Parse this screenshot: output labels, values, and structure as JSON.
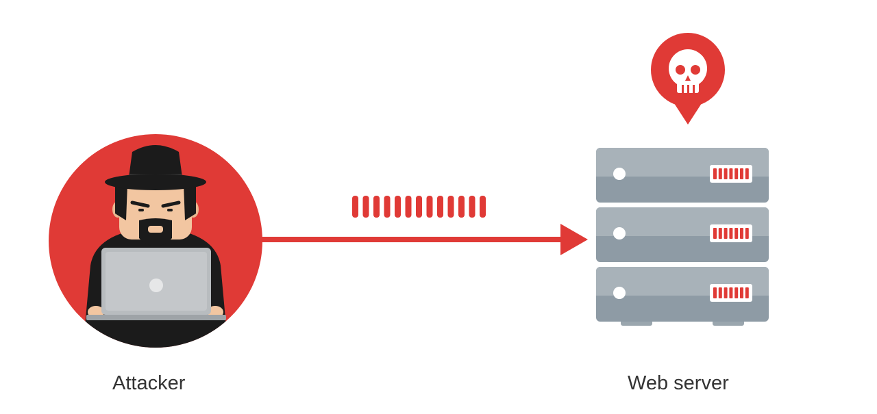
{
  "attacker": {
    "label": "Attacker",
    "icon": "hacker-with-laptop-icon",
    "circle_color": "#e03a36"
  },
  "server": {
    "label": "Web server",
    "icon": "server-rack-icon",
    "unit_count": 3,
    "body_color": "#8e9ba5"
  },
  "request": {
    "icon": "request-packets",
    "packet_count": 13,
    "color": "#e03a36"
  },
  "alert": {
    "icon": "skull-pin-icon",
    "color": "#e03a36"
  }
}
